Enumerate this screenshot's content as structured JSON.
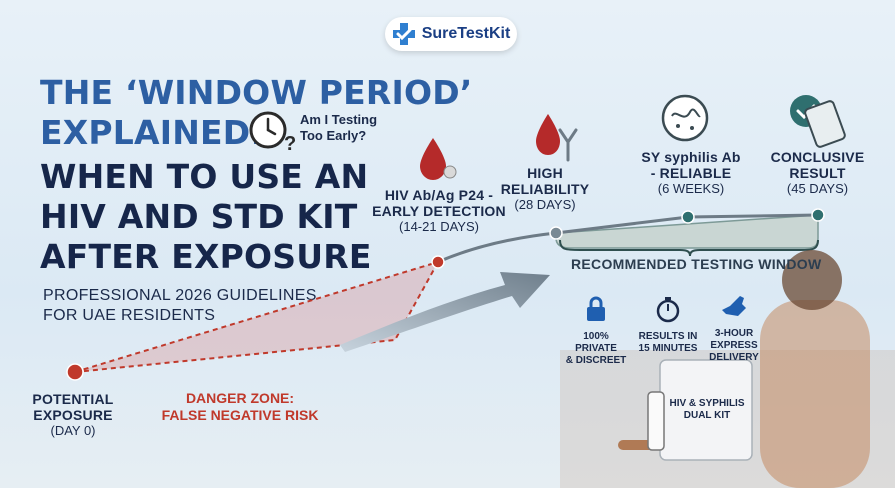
{
  "brand": {
    "name": "SureTestKit"
  },
  "title": {
    "line1": "THE ‘WINDOW PERIOD’",
    "line2": "EXPLAINED:",
    "line3": "WHEN TO USE AN",
    "line4": "HIV AND STD KIT",
    "line5": "AFTER EXPOSURE",
    "aside_line1": "Am I Testing",
    "aside_line2": "Too Early?"
  },
  "subtitle": {
    "line1": "PROFESSIONAL 2026 GUIDELINES",
    "line2": "FOR UAE RESIDENTS"
  },
  "timeline": {
    "points": [
      {
        "title": "POTENTIAL EXPOSURE",
        "detail": "(DAY 0)"
      },
      {
        "title": "HIV Ab/Ag P24 - EARLY DETECTION",
        "detail": "(14-21 DAYS)"
      },
      {
        "title": "HIGH RELIABILITY",
        "detail": "(28 DAYS)"
      },
      {
        "title": "SY syphilis Ab - RELIABLE",
        "detail": "(6 WEEKS)"
      },
      {
        "title": "CONCLUSIVE RESULT",
        "detail": "(45 DAYS)"
      }
    ],
    "point0_l1": "POTENTIAL",
    "point0_l2": "EXPOSURE",
    "point0_l3": "(DAY 0)",
    "point1_l1": "HIV Ab/Ag P24 -",
    "point1_l2": "EARLY DETECTION",
    "point1_l3": "(14-21 DAYS)",
    "point2_l1": "HIGH",
    "point2_l2": "RELIABILITY",
    "point2_l3": "(28 DAYS)",
    "point3_l1": "SY syphilis Ab",
    "point3_l2": "- RELIABLE",
    "point3_l3": "(6 WEEKS)",
    "point4_l1": "CONCLUSIVE",
    "point4_l2": "RESULT",
    "point4_l3": "(45 DAYS)",
    "danger_l1": "DANGER ZONE:",
    "danger_l2": "FALSE NEGATIVE RISK",
    "window_label": "RECOMMENDED TESTING WINDOW"
  },
  "features": [
    {
      "line1": "100% PRIVATE",
      "line2": "& DISCREET",
      "line3": "",
      "icon": "lock-icon"
    },
    {
      "line1": "RESULTS IN",
      "line2": "15 MINUTES",
      "line3": "",
      "icon": "stopwatch-icon"
    },
    {
      "line1": "3-HOUR",
      "line2": "EXPRESS",
      "line3": "DELIVERY",
      "icon": "uae-map-icon"
    }
  ],
  "product": {
    "line1": "HIV & SYPHILIS",
    "line2": "DUAL KIT",
    "small_label": "HIV & SYPHILIS DUAL KIT"
  },
  "colors": {
    "navy": "#16264a",
    "blue": "#2d5fa3",
    "danger": "#c0392b",
    "teal": "#2f6f6f",
    "window_fill": "#c9d6d3"
  }
}
